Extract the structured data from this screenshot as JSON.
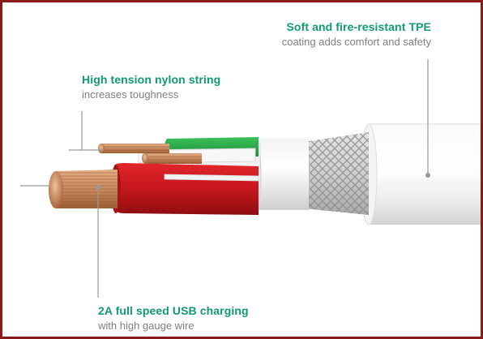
{
  "colors": {
    "accent": "#0f9b73",
    "subtext": "#7f7f7f",
    "frame": "#8b1a1a",
    "red_insulation": "#c5171c",
    "green_insulation": "#27a844",
    "copper": "#c98a5e"
  },
  "callouts": {
    "tpe": {
      "title": "Soft and fire-resistant TPE",
      "subtitle": "coating adds comfort and safety"
    },
    "nylon": {
      "title": "High tension nylon string",
      "subtitle": "increases toughness"
    },
    "usb": {
      "title": "2A full speed USB charging",
      "subtitle": "with high gauge wire"
    }
  }
}
